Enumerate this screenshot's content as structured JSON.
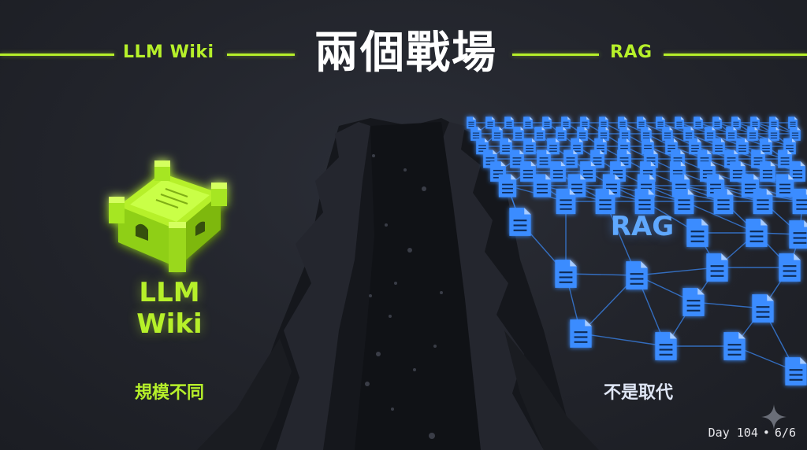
{
  "header": {
    "left_tag": "LLM Wiki",
    "title": "兩個戰場",
    "right_tag": "RAG"
  },
  "left_side": {
    "label": "LLM Wiki",
    "caption": "規模不同",
    "icon": "fortress-box-icon",
    "accent": "#b6f02a"
  },
  "right_side": {
    "label": "RAG",
    "caption": "不是取代",
    "icon": "document-icon",
    "accent": "#3a8bff"
  },
  "footer": {
    "day": "Day 104",
    "separator": "•",
    "page": "6/6"
  },
  "decor": {
    "sparkle_icon": "sparkle-icon"
  }
}
